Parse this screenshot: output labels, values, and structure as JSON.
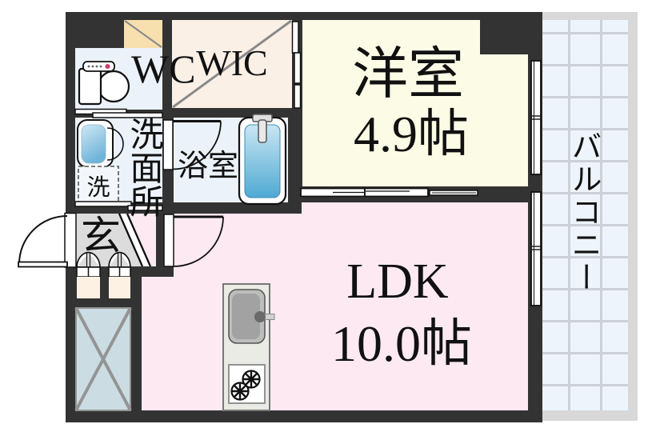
{
  "labels": {
    "wc": "WC",
    "wic": "WIC",
    "western_room_name": "洋室",
    "western_room_size": "4.9帖",
    "washroom": "洗面所",
    "washer": "洗",
    "bathroom": "浴室",
    "entrance": "玄",
    "ldk_name": "LDK",
    "ldk_size": "10.0帖",
    "balcony": "バルコニー"
  },
  "colors": {
    "wall": "#333333",
    "wet": "#ecf2f9",
    "wic": "#faf0e6",
    "shaft": "#f7dfae",
    "yellow": "#fcfce6",
    "pink": "#fce9f2",
    "genkan": "#dcdcdc",
    "xbox": "#cbdde3",
    "cream": "#fdf1e4",
    "counter": "#e9ebe4",
    "balcony": "#edf4fb",
    "balcony_frame": "#d8d8d8",
    "grid_line": "#ccd1d9",
    "tub_light": "#c9e6f3",
    "tub_deep": "#4fa9d3"
  }
}
